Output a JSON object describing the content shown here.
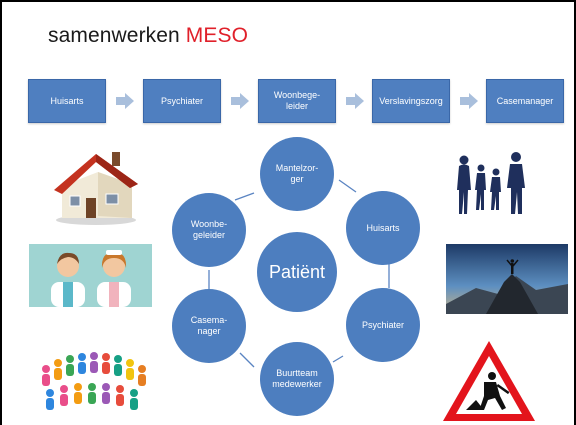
{
  "slide": {
    "title_text": "samenwerken ",
    "title_accent": "MESO"
  },
  "flow": {
    "steps": [
      "Huisarts",
      "Psychiater",
      "Woonbege-\nleider",
      "Verslavingszorg",
      "Casemanager"
    ]
  },
  "network": {
    "center": "Patiënt",
    "nodes": [
      "Mantelzor-\nger",
      "Huisarts",
      "Psychiater",
      "Buurtteam\nmedewerker",
      "Casema-\nnager",
      "Woonbe-\ngeleider"
    ]
  },
  "colors": {
    "box_fill": "#4f7fc0",
    "arrow_fill": "#a9bfdc",
    "circle_fill": "#4d7ebf",
    "connector": "#5a84c2",
    "accent": "#e0202a"
  },
  "images": [
    "house-icon",
    "doctors-icon",
    "crowd-icon",
    "family-silhouette-icon",
    "mountain-summit-icon",
    "roadwork-sign-icon"
  ]
}
